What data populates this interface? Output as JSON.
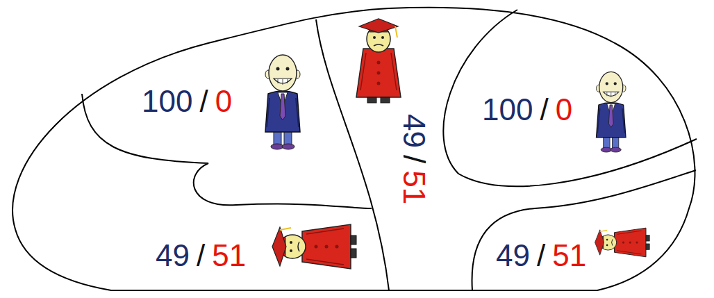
{
  "diagram": {
    "nodes": [
      {
        "text": [
          "100",
          "/",
          "0"
        ]
      },
      {
        "text": [
          "49",
          "/",
          "51"
        ]
      },
      {
        "text": [
          "100",
          "/",
          "0"
        ]
      },
      {
        "text": [
          "49",
          "/",
          "51"
        ]
      },
      {
        "text": [
          "49",
          "/",
          "51"
        ]
      }
    ]
  }
}
